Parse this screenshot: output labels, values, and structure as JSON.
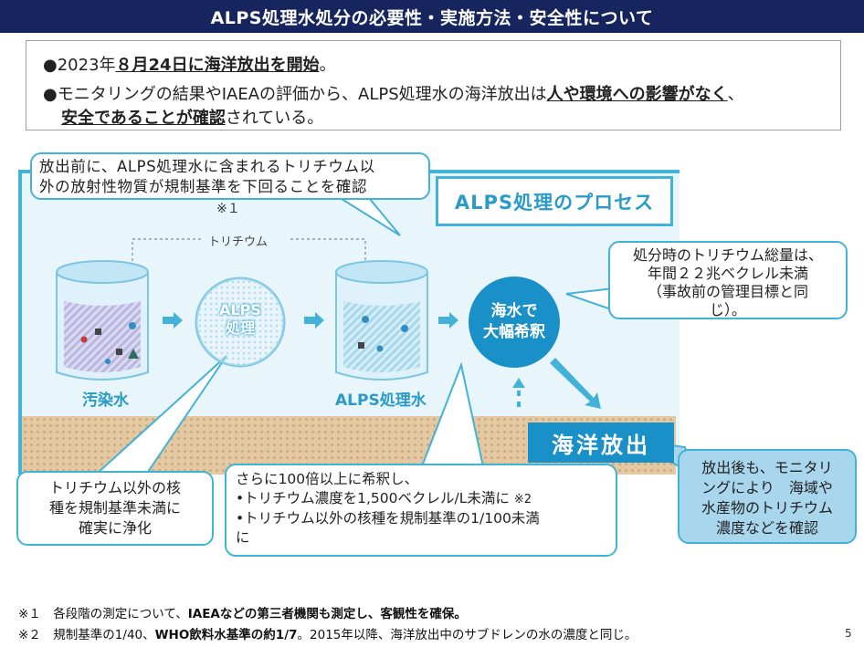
{
  "header": {
    "title": "ALPS処理水処分の必要性・実施方法・安全性について"
  },
  "summary": {
    "line1_a": "●2023年",
    "line1_b": "８月24日に海洋放出を開始",
    "line1_c": "。",
    "line2_a": "●モニタリングの結果やIAEAの評価から、ALPS処理水の海洋放出は",
    "line2_b": "人や環境への影響がなく",
    "line2_c": "、",
    "line3_a": "安全であることが確認",
    "line3_b": "されている。"
  },
  "diagram": {
    "process_title": "ALPS処理のプロセス",
    "callout_top": [
      "放出前に、ALPS処理水に含まれるトリチウム以",
      "外の放射性物質が規制基準を下回ることを確認"
    ],
    "callout_top_note": "※１",
    "tritium_label": "トリチウム",
    "contaminated_label": "汚染水",
    "alps_circle": [
      "ALPS",
      "処理"
    ],
    "treated_label": "ALPS処理水",
    "dilution_circle": [
      "海水で",
      "大幅希釈"
    ],
    "callout_right": [
      "処分時のトリチウム総量は、",
      "年間２２兆ベクレル未満",
      "（事故前の管理目標と同",
      "じ）。"
    ],
    "release_label": "海洋放出",
    "callout_bottom_left": [
      "トリチウム以外の核",
      "種を規制基準未満に",
      "確実に浄化"
    ],
    "callout_bottom_mid": {
      "line1": "さらに100倍以上に希釈し、",
      "line2": "•トリチウム濃度を1,500ベクレル/L未満に",
      "line2_note": "※2",
      "line3": "•トリチウム以外の核種を規制基準の1/100未満",
      "line4": "に"
    },
    "callout_bottom_right": [
      "放出後も、モニタリ",
      "ングにより　海域や",
      "水産物のトリチウム",
      "濃度などを確認"
    ]
  },
  "footnotes": {
    "n1_a": "※１　各段階の測定について、",
    "n1_b": "IAEAなどの第三者機関も測定し、客観性を確保。",
    "n2_a": "※２　規制基準の1/40、",
    "n2_b": "WHO飲料水基準の約1/7",
    "n2_c": "。2015年以降、海洋放出中のサブドレンの水の濃度と同じ。"
  },
  "page_number": "5",
  "colors": {
    "navy": "#17255f",
    "accent_blue": "#43b2d8",
    "release_blue": "#1a90c9"
  }
}
